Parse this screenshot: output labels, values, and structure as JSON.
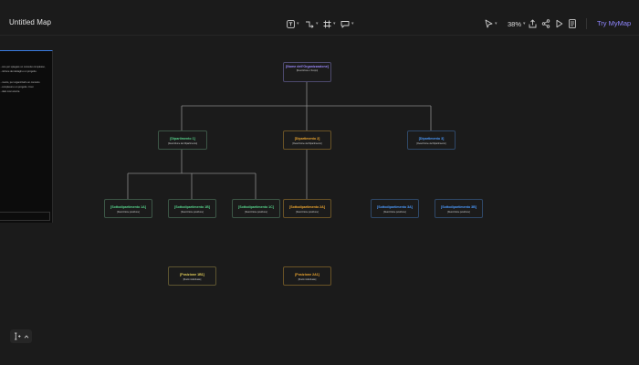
{
  "app": {
    "title": "Untitled Map"
  },
  "toolbar": {
    "center_tools": [
      {
        "icon": "text-box-icon"
      },
      {
        "icon": "connector-icon"
      },
      {
        "icon": "frame-icon"
      },
      {
        "icon": "comment-icon"
      }
    ],
    "zoom_label": "38%",
    "try_label": "Try MyMap",
    "right_icons": [
      "pointer-icon",
      "export-icon",
      "share-icon",
      "play-icon",
      "notes-icon"
    ]
  },
  "panel": {
    "lines": [
      "...one per spiegare un concetto complesso,",
      "...nizione dei dettagli e un progetto.",
      "",
      "...mento, per organizzarlo un concetto",
      "...complessi e un progetto. Così",
      "...dato così ancora"
    ]
  },
  "nodes": {
    "root": {
      "title": "[Nome dell'Organizzazione]",
      "desc": "[Descrizione o Scopo]"
    },
    "d1": {
      "title": "[Dipartimento 1]",
      "desc": "[Descrizione del Dipartimento]"
    },
    "d2": {
      "title": "[Dipartimento 2]",
      "desc": "[Descrizione del Dipartimento]"
    },
    "d3": {
      "title": "[Dipartimento 3]",
      "desc": "[Descrizione del Dipartimento]"
    },
    "s1a": {
      "title": "[Sottodipartimento 1A]",
      "desc": "[Descrizione posizione]"
    },
    "s1b": {
      "title": "[Sottodipartimento 1B]",
      "desc": "[Descrizione posizione]"
    },
    "s1c": {
      "title": "[Sottodipartimento 1C]",
      "desc": "[Descrizione posizione]"
    },
    "s2a": {
      "title": "[Sottodipartimento 2A]",
      "desc": "[Descrizione posizione]"
    },
    "s3a": {
      "title": "[Sottodipartimento 3A]",
      "desc": "[Descrizione posizione]"
    },
    "s3b": {
      "title": "[Sottodipartimento 3B]",
      "desc": "[Descrizione posizione]"
    },
    "p1b": {
      "title": "[Posizione 1B1]",
      "desc": "[Ruolo individuale]"
    },
    "p2a": {
      "title": "[Posizione 2A1]",
      "desc": "[Ruolo individuale]"
    }
  },
  "bottom_tool": {
    "icon": "text-cursor-icon",
    "chevron": "chevron-up-icon"
  }
}
